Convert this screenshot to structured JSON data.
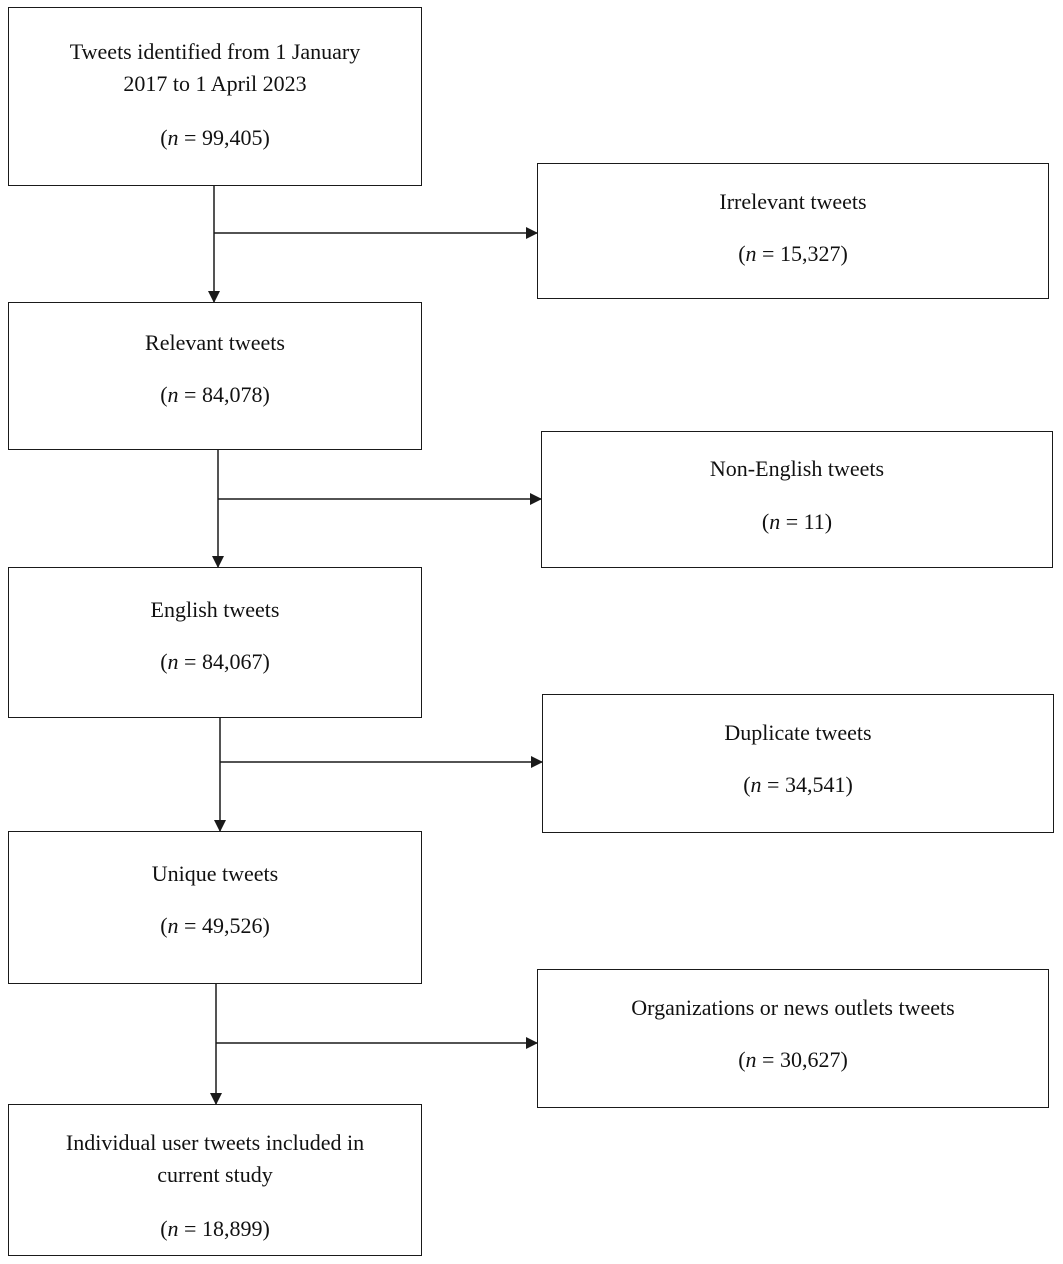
{
  "main_boxes": [
    {
      "label_lines": [
        "Tweets identified from 1 January",
        "2017 to 1 April 2023"
      ],
      "n": "99,405"
    },
    {
      "label_lines": [
        "Relevant tweets"
      ],
      "n": "84,078"
    },
    {
      "label_lines": [
        "English tweets"
      ],
      "n": "84,067"
    },
    {
      "label_lines": [
        "Unique tweets"
      ],
      "n": "49,526"
    },
    {
      "label_lines": [
        "Individual user tweets included in",
        "current study"
      ],
      "n": "18,899"
    }
  ],
  "exclusion_boxes": [
    {
      "label_lines": [
        "Irrelevant tweets"
      ],
      "n": "15,327"
    },
    {
      "label_lines": [
        "Non-English tweets"
      ],
      "n": "11"
    },
    {
      "label_lines": [
        "Duplicate tweets"
      ],
      "n": "34,541"
    },
    {
      "label_lines": [
        "Organizations or news outlets tweets"
      ],
      "n": "30,627"
    }
  ],
  "count_prefix": "(",
  "count_symbol": "n",
  "count_equals": " = ",
  "count_suffix": ")",
  "colors": {
    "line": "#1a1a1a",
    "text": "#111111",
    "background": "#ffffff"
  }
}
